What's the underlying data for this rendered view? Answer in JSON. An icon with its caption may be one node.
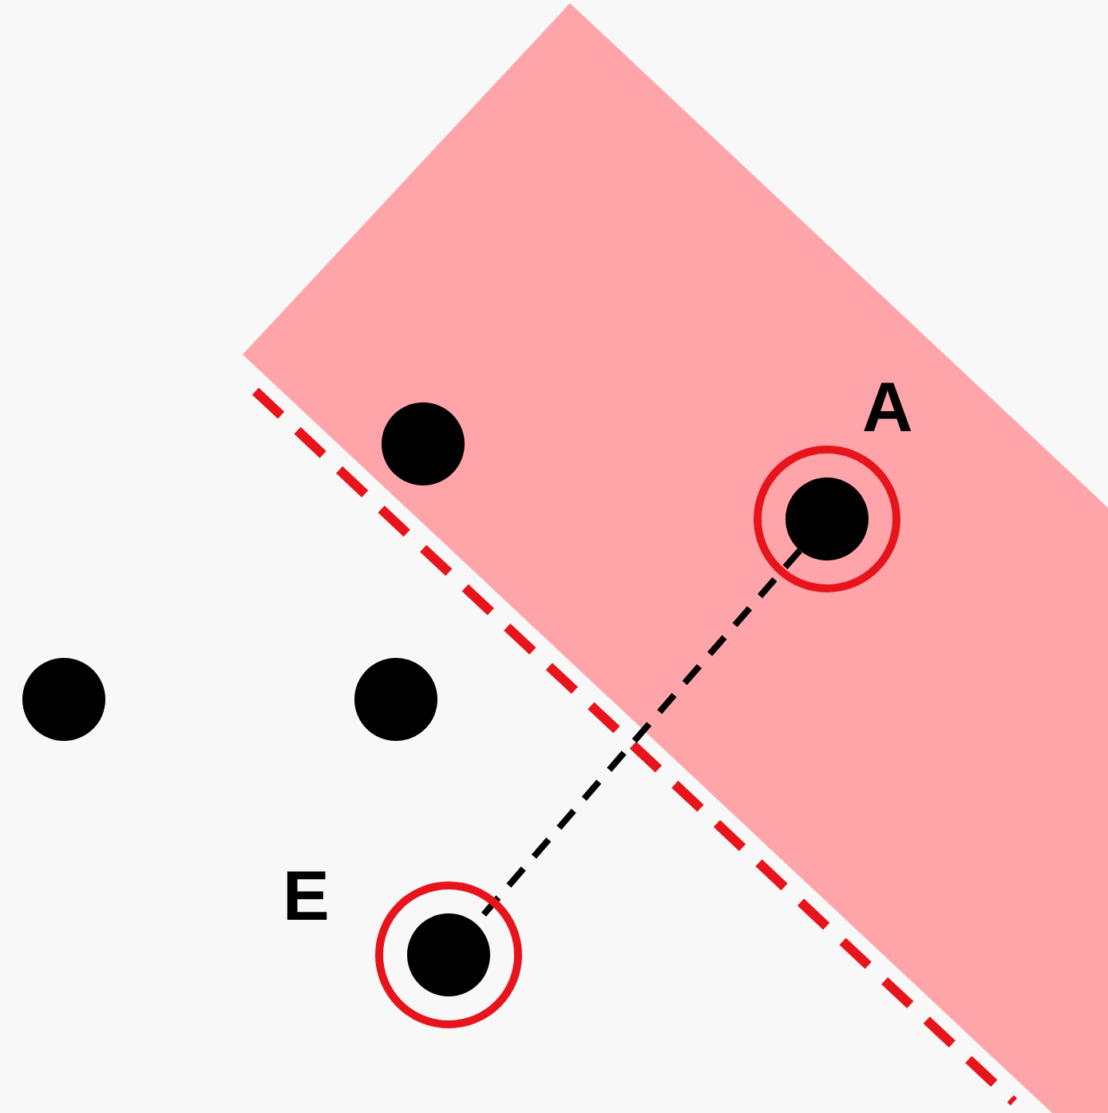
{
  "diagram": {
    "nodes": [
      {
        "text": [],
        "shape": "circle"
      },
      {
        "text": [
          "A"
        ]
      },
      {
        "text": [],
        "shape": "circle"
      },
      {
        "text": [],
        "shape": "circle"
      },
      {
        "text": [
          "E"
        ]
      }
    ],
    "edges": [
      {
        "from": 1,
        "to": 4,
        "arrow": "none",
        "style": "dashed"
      }
    ]
  }
}
